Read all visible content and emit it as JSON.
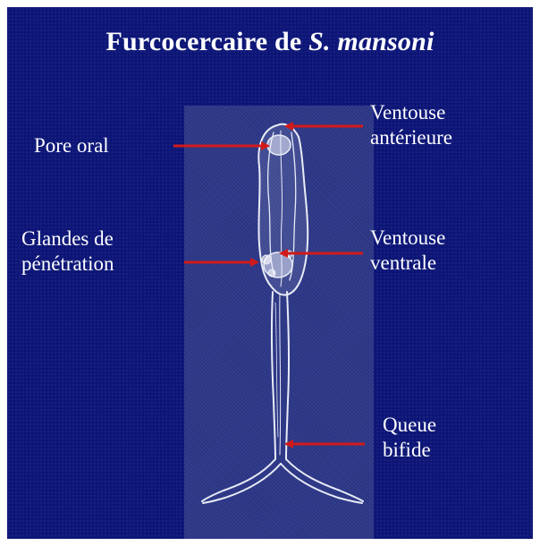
{
  "title": {
    "prefix": "Furcocercaire de ",
    "species": "S. mansoni"
  },
  "labels": {
    "pore_oral": "Pore oral",
    "ventouse_anterieure": [
      "Ventouse",
      "antérieure"
    ],
    "glandes": [
      "Glandes de",
      "pénétration"
    ],
    "ventouse_ventrale": [
      "Ventouse",
      "ventrale"
    ],
    "queue": [
      "Queue",
      "bifide"
    ]
  },
  "colors": {
    "background": "#0d1677",
    "arrow": "#d11a1a",
    "text": "#ffffff"
  }
}
